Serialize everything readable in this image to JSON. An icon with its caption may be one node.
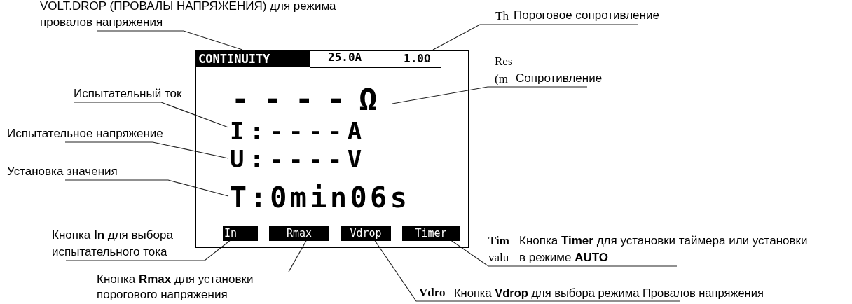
{
  "diagram": {
    "nodes": [
      {
        "text": [
          "VOLT.DROP (ПРОВАЛЫ НАПРЯЖЕНИЯ) для режима провалов напряжения"
        ]
      },
      {
        "text": [
          "Пороговое сопротивление"
        ]
      },
      {
        "text": [
          "Сопротивление"
        ]
      },
      {
        "text": [
          "Испытательный ток"
        ]
      },
      {
        "text": [
          "Испытательное напряжение"
        ]
      },
      {
        "text": [
          "Установка значения"
        ]
      },
      {
        "text": [],
        "shape": "box"
      },
      {
        "text": [
          "CONTINUITY"
        ],
        "in": 6
      },
      {
        "text": [
          "1.0Ω"
        ],
        "in": 6
      },
      {
        "text": [
          "----Ω"
        ],
        "in": 6
      },
      {
        "text": [
          "I:----A"
        ],
        "in": 6
      },
      {
        "text": [
          "U:----V"
        ],
        "in": 6
      },
      {
        "text": [
          "T:0min06s"
        ],
        "in": 6
      },
      {
        "text": [
          "In"
        ],
        "in": 6
      },
      {
        "text": [
          "Rmax"
        ],
        "in": 6
      },
      {
        "text": [
          "Vdrop"
        ],
        "in": 6
      },
      {
        "text": [
          "Timer"
        ],
        "in": 6
      },
      {
        "text": [
          "Кнопка **In** для выбора испытательного тока"
        ]
      },
      {
        "text": [
          "Кнопка **Rmax** для установки порогового напряжения"
        ]
      },
      {
        "text": [
          "Кнопка **Timer** для установки таймера или установки в режиме **AUTO**"
        ]
      },
      {
        "text": [
          "Кнопка **Vdrop** для выбора режима Провалов напряжения"
        ]
      }
    ],
    "edges": [
      {
        "from": 0,
        "to": 7,
        "arrow": "none"
      },
      {
        "from": 1,
        "to": 8,
        "arrow": "none"
      },
      {
        "from": 2,
        "to": 9,
        "arrow": "none"
      },
      {
        "from": 3,
        "to": 10,
        "arrow": "none"
      },
      {
        "from": 4,
        "to": 11,
        "arrow": "none"
      },
      {
        "from": 5,
        "to": 12,
        "arrow": "none"
      },
      {
        "from": 17,
        "to": 13,
        "arrow": "none"
      },
      {
        "from": 18,
        "to": 14,
        "arrow": "none"
      },
      {
        "from": 19,
        "to": 16,
        "arrow": "none"
      },
      {
        "from": 20,
        "to": 15,
        "arrow": "none"
      }
    ],
    "labels": [
      "25.0A",
      "Th",
      "Res",
      "(m",
      "Tim",
      "valu",
      "Vdro"
    ]
  }
}
